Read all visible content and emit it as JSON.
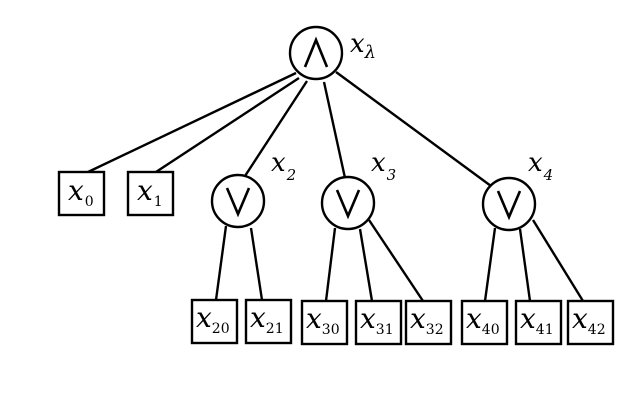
{
  "diagram": {
    "root": {
      "id": "root",
      "operator": "and",
      "label": {
        "base": "x",
        "sub": "λ"
      },
      "children": [
        {
          "id": "x0",
          "kind": "leaf",
          "label": {
            "base": "x",
            "sub": "0"
          }
        },
        {
          "id": "x1",
          "kind": "leaf",
          "label": {
            "base": "x",
            "sub": "1"
          }
        },
        {
          "id": "x2",
          "kind": "gate",
          "operator": "or",
          "label": {
            "base": "x",
            "sub": "2"
          },
          "children": [
            {
              "id": "x20",
              "kind": "leaf",
              "label": {
                "base": "x",
                "sub": "20"
              }
            },
            {
              "id": "x21",
              "kind": "leaf",
              "label": {
                "base": "x",
                "sub": "21"
              }
            }
          ]
        },
        {
          "id": "x3",
          "kind": "gate",
          "operator": "or",
          "label": {
            "base": "x",
            "sub": "3"
          },
          "children": [
            {
              "id": "x30",
              "kind": "leaf",
              "label": {
                "base": "x",
                "sub": "30"
              }
            },
            {
              "id": "x31",
              "kind": "leaf",
              "label": {
                "base": "x",
                "sub": "31"
              }
            },
            {
              "id": "x32",
              "kind": "leaf",
              "label": {
                "base": "x",
                "sub": "32"
              }
            }
          ]
        },
        {
          "id": "x4",
          "kind": "gate",
          "operator": "or",
          "label": {
            "base": "x",
            "sub": "4"
          },
          "children": [
            {
              "id": "x40",
              "kind": "leaf",
              "label": {
                "base": "x",
                "sub": "40"
              }
            },
            {
              "id": "x41",
              "kind": "leaf",
              "label": {
                "base": "x",
                "sub": "41"
              }
            },
            {
              "id": "x42",
              "kind": "leaf",
              "label": {
                "base": "x",
                "sub": "42"
              }
            }
          ]
        }
      ]
    }
  }
}
